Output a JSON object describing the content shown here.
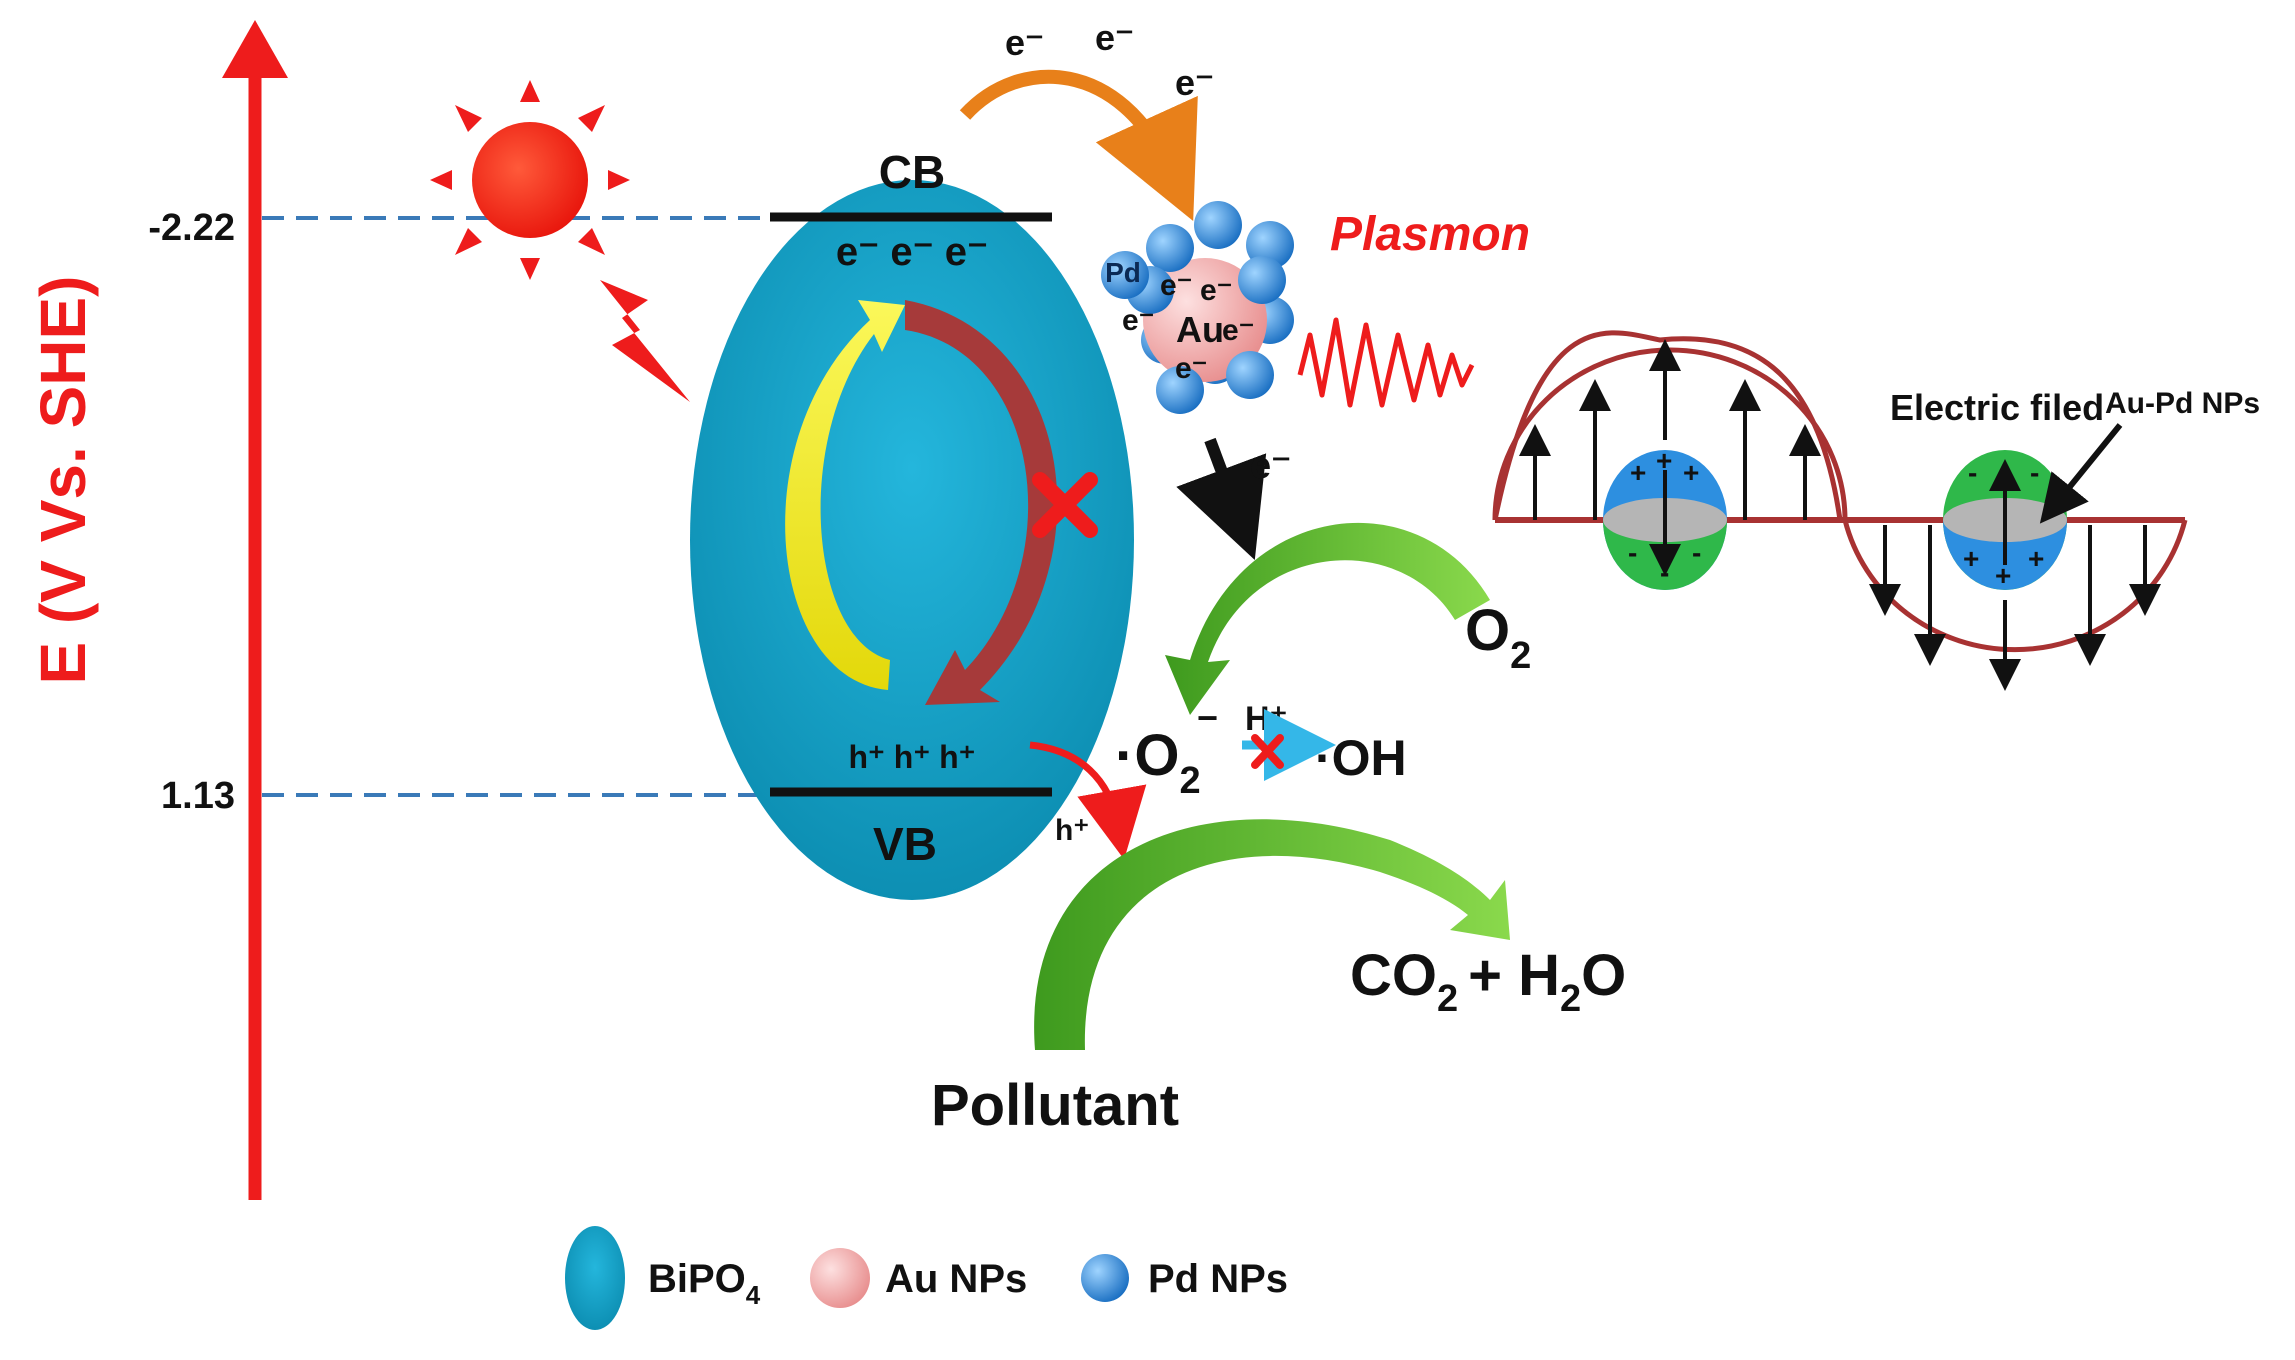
{
  "axis": {
    "label": "E (V Vs. SHE)",
    "tick_top": "-2.22",
    "tick_bottom": "1.13"
  },
  "semiconductor": {
    "cb": "CB",
    "vb": "VB",
    "cb_electrons": "e⁻ e⁻ e⁻",
    "vb_holes": "h⁺ h⁺ h⁺"
  },
  "electrons_top": [
    "e⁻",
    "e⁻",
    "e⁻"
  ],
  "nanoparticle": {
    "pd_label": "Pd",
    "au_label": "Au",
    "electrons": [
      "e⁻",
      "e⁻",
      "e⁻",
      "e⁻",
      "e⁻"
    ]
  },
  "plasmon_label": "Plasmon",
  "electron_transfer_label": "e⁻",
  "hole_transfer_label": "h⁺",
  "species": {
    "o2": "O",
    "o2_sub": "2",
    "superoxide_dot": "·O",
    "superoxide_sub": "2",
    "superoxide_sup": "−",
    "h_plus": "H⁺",
    "hydroxyl": "·OH",
    "products_co": "CO",
    "products_co_sub": "2",
    "products_plus": "+ H",
    "products_h_sub": "2",
    "products_o": "O",
    "pollutant": "Pollutant"
  },
  "field_diagram": {
    "electric_field_label": "Electric filed",
    "np_label": "Au-Pd NPs",
    "plus": "+",
    "minus": "-"
  },
  "legend": [
    {
      "label": "BiPO",
      "sub": "4"
    },
    {
      "label": "Au NPs",
      "sub": ""
    },
    {
      "label": "Pd NPs",
      "sub": ""
    }
  ],
  "colors": {
    "axis_red": "#ee1c1c",
    "bipo4_blue": "#17a3c7",
    "au_pink": "#f0a8a8",
    "pd_blue": "#2d8fe0",
    "green_arrow": "#5cb82e",
    "yellow_arrow": "#f5f10f",
    "brown_arrow": "#a63a3a",
    "orange_arrow": "#e8801a",
    "dashed": "#3a7ab8",
    "wave": "#a83232"
  }
}
